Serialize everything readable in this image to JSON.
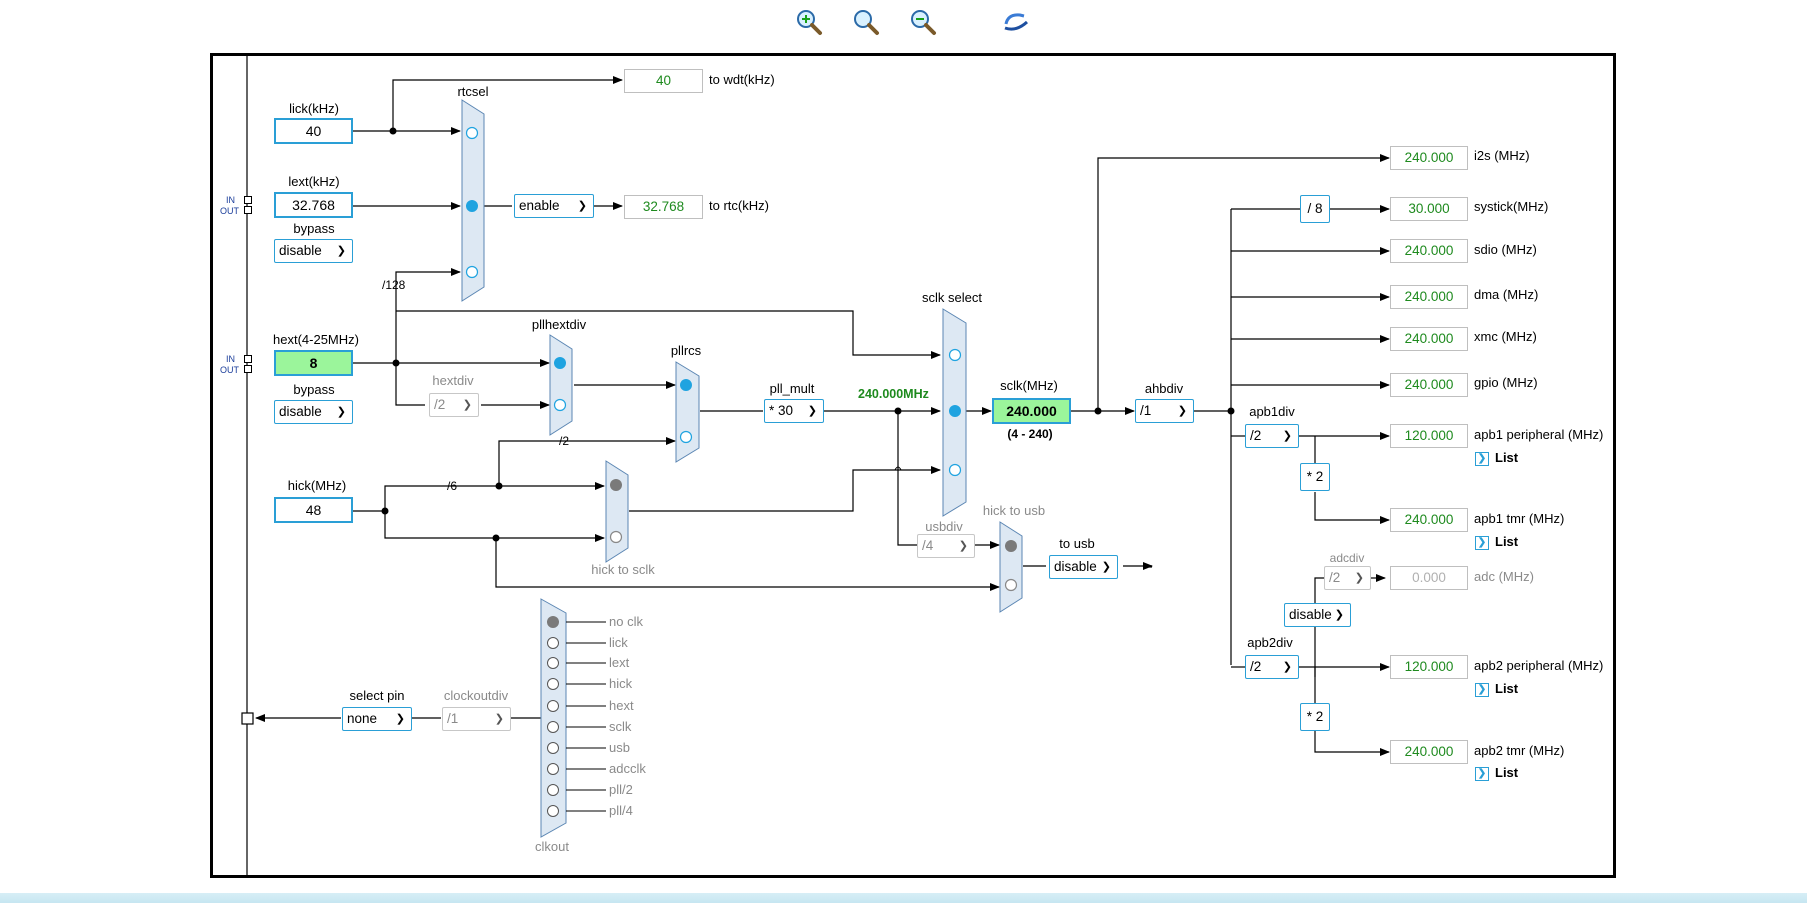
{
  "toolbar": {
    "zoom_in_icon": "zoom-in-icon",
    "zoom_reset_icon": "zoom-reset-icon",
    "zoom_out_icon": "zoom-out-icon",
    "undo_icon": "undo-icon"
  },
  "inputs": {
    "lick": {
      "label": "lick(kHz)",
      "value": "40"
    },
    "lext": {
      "label": "lext(kHz)",
      "value": "32.768",
      "bypass_label": "bypass",
      "bypass": "disable"
    },
    "hext": {
      "label": "hext(4-25MHz)",
      "value": "8",
      "bypass_label": "bypass",
      "bypass": "disable"
    },
    "hick": {
      "label": "hick(MHz)",
      "value": "48"
    },
    "in_label": "IN",
    "out_label": "OUT"
  },
  "rtcsel": {
    "label": "rtcsel",
    "div128": "/128",
    "enable": "enable"
  },
  "outputs_top": {
    "wdt": {
      "value": "40",
      "label": "to wdt(kHz)"
    },
    "rtc": {
      "value": "32.768",
      "label": "to rtc(kHz)"
    }
  },
  "pll": {
    "pllhextdiv": "pllhextdiv",
    "hextdiv_label": "hextdiv",
    "hextdiv": "/2",
    "pllrcs": "pllrcs",
    "div2": "/2",
    "div6": "/6",
    "pll_mult_label": "pll_mult",
    "pll_mult": "* 30",
    "pll_freq": "240.000MHz"
  },
  "hick_mux": {
    "label": "hick to sclk"
  },
  "sclk": {
    "select_label": "sclk select",
    "label": "sclk(MHz)",
    "value": "240.000",
    "range": "(4 - 240)"
  },
  "usb": {
    "usbdiv_label": "usbdiv",
    "usbdiv": "/4",
    "hick_to_usb": "hick to usb",
    "to_usb_label": "to usb",
    "to_usb": "disable"
  },
  "ahb": {
    "label": "ahbdiv",
    "value": "/1"
  },
  "outputs_right": [
    {
      "value": "240.000",
      "label": "i2s (MHz)"
    },
    {
      "value": "30.000",
      "label": "systick(MHz)"
    },
    {
      "value": "240.000",
      "label": "sdio (MHz)"
    },
    {
      "value": "240.000",
      "label": "dma (MHz)"
    },
    {
      "value": "240.000",
      "label": "xmc (MHz)"
    },
    {
      "value": "240.000",
      "label": "gpio (MHz)"
    }
  ],
  "systick_div": "/ 8",
  "apb1": {
    "label": "apb1div",
    "value": "/2",
    "mult": "* 2",
    "peripheral": {
      "value": "120.000",
      "label": "apb1 peripheral (MHz)"
    },
    "tmr": {
      "value": "240.000",
      "label": "apb1 tmr (MHz)"
    }
  },
  "adc": {
    "label": "adcdiv",
    "div": "/2",
    "value": "0.000",
    "unit": "adc (MHz)",
    "enable": "disable"
  },
  "apb2": {
    "label": "apb2div",
    "value": "/2",
    "mult": "* 2",
    "peripheral": {
      "value": "120.000",
      "label": "apb2 peripheral (MHz)"
    },
    "tmr": {
      "value": "240.000",
      "label": "apb2 tmr (MHz)"
    }
  },
  "list_label": "List",
  "clkout": {
    "label": "clkout",
    "select_pin_label": "select pin",
    "select_pin": "none",
    "div_label": "clockoutdiv",
    "div": "/1",
    "sources": [
      "no clk",
      "lick",
      "lext",
      "hick",
      "hext",
      "sclk",
      "usb",
      "adcclk",
      "pll/2",
      "pll/4"
    ]
  }
}
